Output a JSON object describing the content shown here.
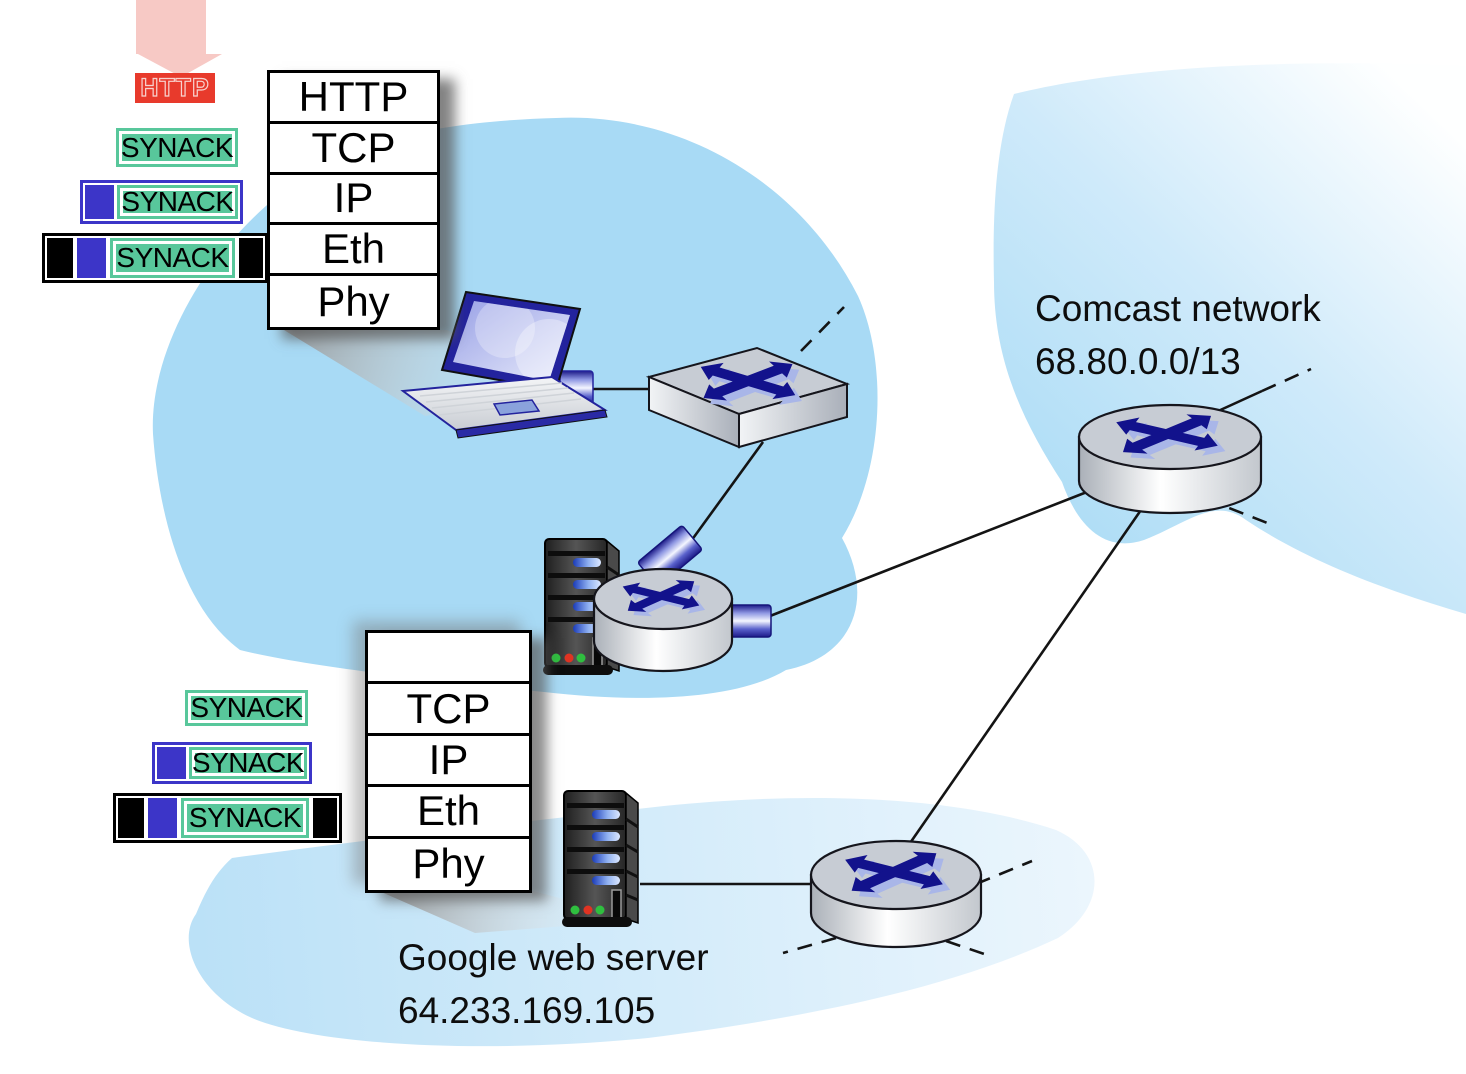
{
  "http_message_label": "HTTP",
  "protocol_stacks": {
    "client": {
      "layers": [
        "HTTP",
        "TCP",
        "IP",
        "Eth",
        "Phy"
      ]
    },
    "server": {
      "layers": [
        "",
        "TCP",
        "IP",
        "Eth",
        "Phy"
      ]
    }
  },
  "client_packets": [
    {
      "label": "SYNACK"
    },
    {
      "label": "SYNACK"
    },
    {
      "label": "SYNACK"
    }
  ],
  "server_packets": [
    {
      "label": "SYNACK"
    },
    {
      "label": "SYNACK"
    },
    {
      "label": "SYNACK"
    }
  ],
  "annotations": {
    "comcast_network_name": "Comcast network",
    "comcast_network_prefix": "68.80.0.0/13",
    "google_server_name": "Google web server",
    "google_server_ip": "64.233.169.105"
  },
  "colors": {
    "cloud_blue": "#a8daf5",
    "packet_green": "#58c79b",
    "packet_blue": "#3c35c8",
    "packet_black": "#000000",
    "http_red": "#e83a2c",
    "http_arrow_pink": "#f7c9c5",
    "router_arrow_navy": "#12128c"
  }
}
